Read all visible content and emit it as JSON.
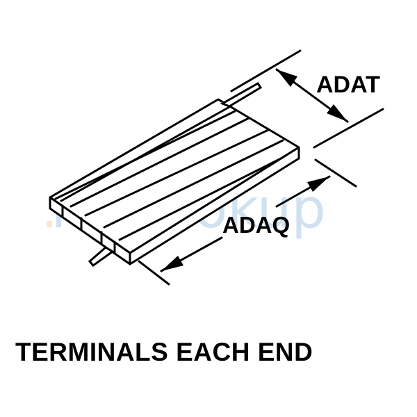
{
  "dimensions": {
    "width_label": "ADAT",
    "length_label": "ADAQ"
  },
  "caption": "TERMINALS EACH END",
  "watermark": {
    "prefix": "n",
    "text": "snlookup",
    "color": "#1c6fb8",
    "accent": "#f07e22"
  }
}
